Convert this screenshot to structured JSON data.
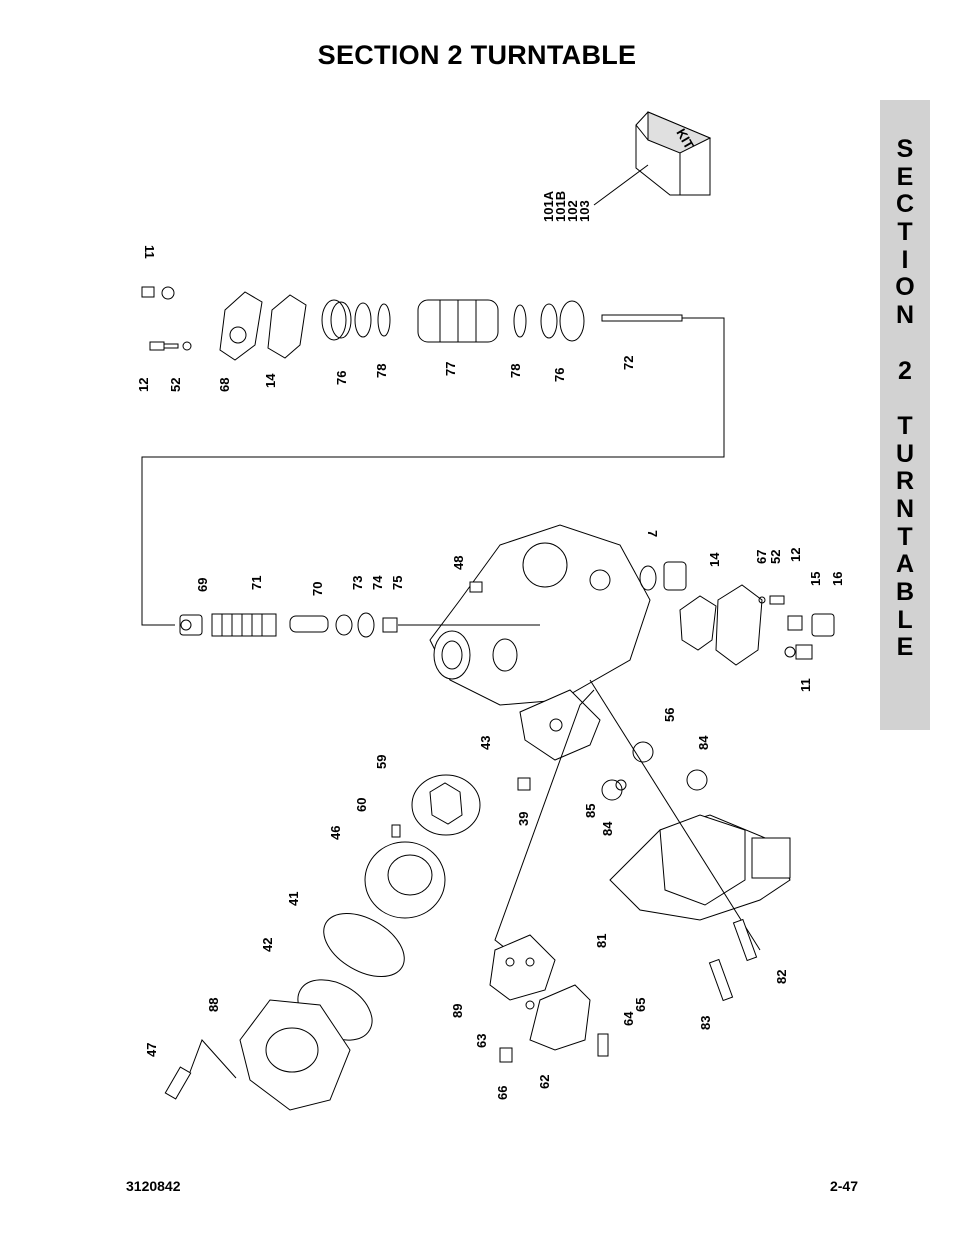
{
  "header": {
    "title": "SECTION 2   TURNTABLE"
  },
  "side_tab": {
    "letters": [
      "S",
      "E",
      "C",
      "T",
      "I",
      "O",
      "N",
      "",
      "2",
      "",
      "T",
      "U",
      "R",
      "N",
      "T",
      "A",
      "B",
      "L",
      "E"
    ]
  },
  "footer": {
    "doc_number": "3120842",
    "page_number": "2-47"
  },
  "diagram": {
    "kit_label": "KIT",
    "callouts": [
      "101A",
      "101B",
      "102",
      "103",
      "11",
      "12",
      "52",
      "68",
      "14",
      "76",
      "78",
      "77",
      "78",
      "76",
      "72",
      "69",
      "71",
      "70",
      "73",
      "74",
      "75",
      "48",
      "7",
      "14",
      "67",
      "52",
      "12",
      "15",
      "16",
      "11",
      "43",
      "56",
      "84",
      "85",
      "84",
      "39",
      "59",
      "60",
      "46",
      "41",
      "42",
      "88",
      "47",
      "81",
      "82",
      "83",
      "89",
      "63",
      "64",
      "65",
      "66",
      "62"
    ]
  }
}
